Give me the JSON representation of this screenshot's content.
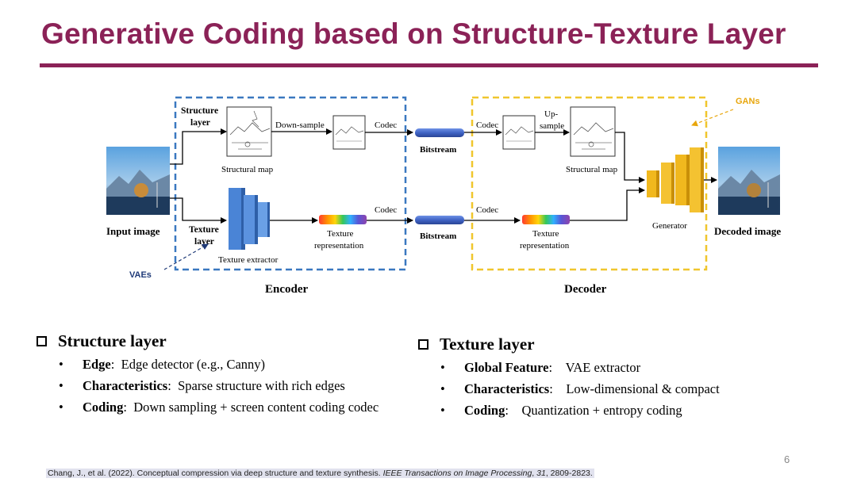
{
  "slide": {
    "title": "Generative Coding based on Structure-Texture Layer",
    "page_number": "6"
  },
  "diagram": {
    "input_image": "Input image",
    "decoded_image": "Decoded image",
    "structure_layer": [
      "Structure",
      "layer"
    ],
    "texture_layer": [
      "Texture",
      "layer"
    ],
    "down_sample": "Down-sample",
    "up_sample": [
      "Up-",
      "sample"
    ],
    "codec": "Codec",
    "bitstream": "Bitstream",
    "structural_map": "Structural map",
    "texture_extractor": "Texture extractor",
    "texture_representation": [
      "Texture",
      "representation"
    ],
    "generator": "Generator",
    "encoder": "Encoder",
    "decoder": "Decoder",
    "vaes": "VAEs",
    "gans": "GANs"
  },
  "structure_section": {
    "heading": "Structure layer",
    "items": [
      {
        "label": "Edge",
        "text": "Edge detector (e.g., Canny)"
      },
      {
        "label": "Characteristics",
        "text": "Sparse structure with rich edges"
      },
      {
        "label": "Coding",
        "text": "Down sampling + screen content coding codec"
      }
    ]
  },
  "texture_section": {
    "heading": "Texture layer",
    "items": [
      {
        "label": "Global Feature",
        "text": "VAE extractor"
      },
      {
        "label": "Characteristics",
        "text": "Low-dimensional & compact"
      },
      {
        "label": "Coding",
        "text": "Quantization + entropy coding"
      }
    ]
  },
  "citation": {
    "prefix": "Chang, J., et al. (2022). Conceptual compression via deep structure and texture synthesis. ",
    "journal": "IEEE Transactions on Image Processing",
    "sep": ", ",
    "volume": "31",
    "pages": ", 2809-2823."
  },
  "colors": {
    "title": "#8b2257",
    "encoder_box": "#3a78c0",
    "decoder_box": "#f0c62d",
    "vaes_label": "#1f3a78",
    "gans_label": "#e8a60c",
    "bitstream": "#3f63c4",
    "extractor": "#4a84d6",
    "generator": "#f1b81e"
  }
}
